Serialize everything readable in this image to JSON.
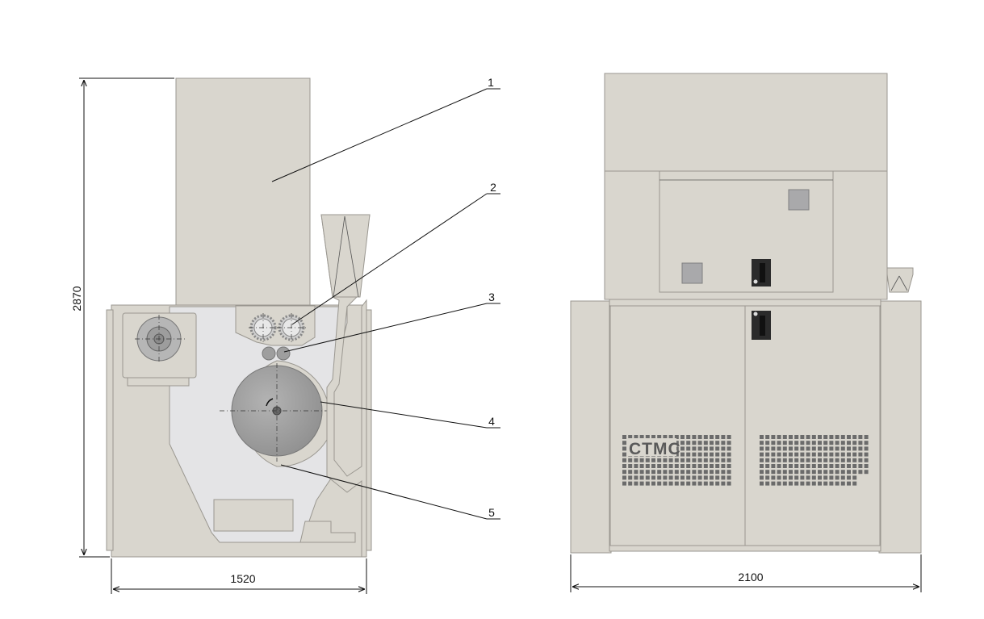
{
  "dimensions": {
    "side_height": "2870",
    "side_width": "1520",
    "front_width": "2100"
  },
  "callouts": [
    {
      "number": "1"
    },
    {
      "number": "2"
    },
    {
      "number": "3"
    },
    {
      "number": "4"
    },
    {
      "number": "5"
    }
  ],
  "front_view": {
    "logo_text": "CTMC"
  },
  "colors": {
    "machine_body": "#d9d6ce",
    "interior": "#e4e4e6",
    "cylinder": "#9a9a9a",
    "panel_square": "#a9a9ab",
    "vent_dot": "#6b6b6b",
    "handle": "#2b2b2b"
  }
}
